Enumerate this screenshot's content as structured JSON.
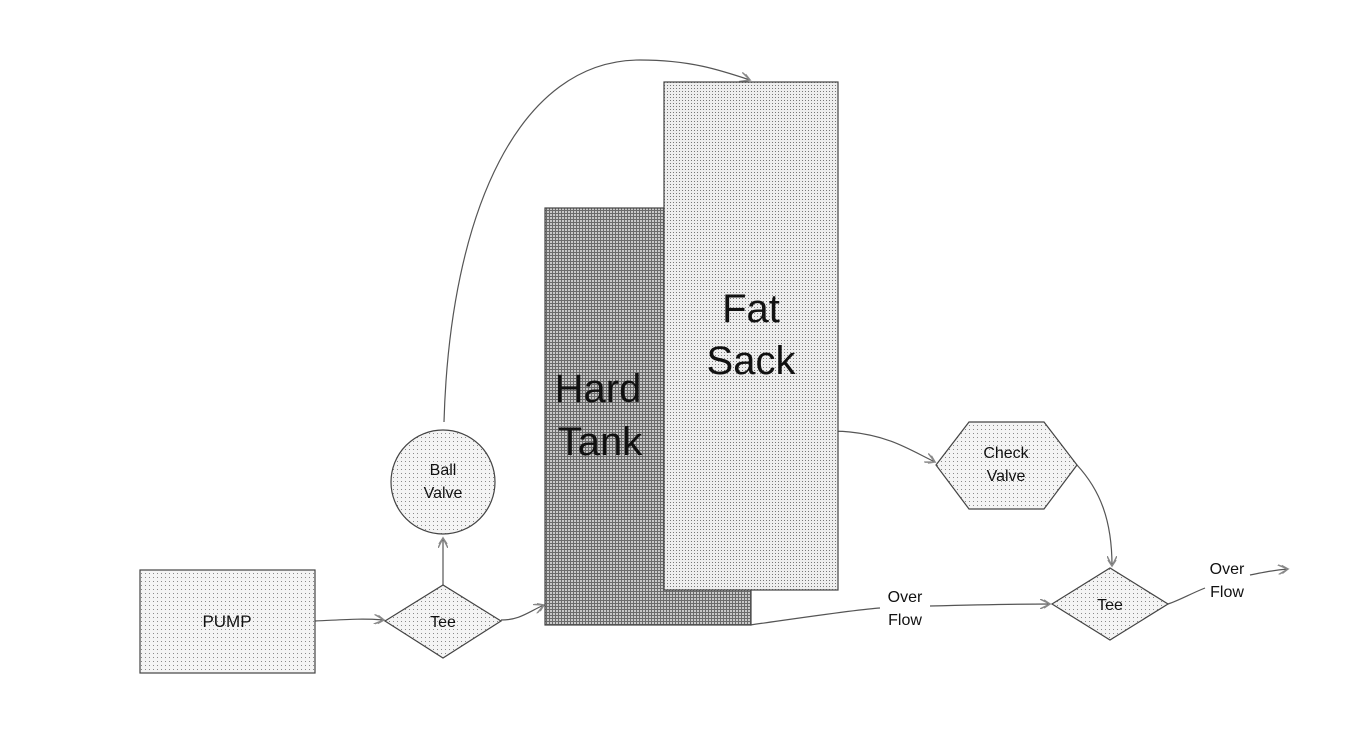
{
  "diagram": {
    "nodes": {
      "pump": {
        "label": "PUMP"
      },
      "tee_left": {
        "label": "Tee"
      },
      "ball_valve": {
        "line1": "Ball",
        "line2": "Valve"
      },
      "hard_tank": {
        "line1": "Hard",
        "line2": "Tank"
      },
      "fat_sack": {
        "line1": "Fat",
        "line2": "Sack"
      },
      "check_valve": {
        "line1": "Check",
        "line2": "Valve"
      },
      "tee_right": {
        "label": "Tee"
      }
    },
    "edge_labels": {
      "overflow_mid": {
        "line1": "Over",
        "line2": "Flow"
      },
      "overflow_out": {
        "line1": "Over",
        "line2": "Flow"
      }
    },
    "edges": [
      {
        "from": "PUMP",
        "to": "Tee"
      },
      {
        "from": "Tee",
        "to": "Ball Valve"
      },
      {
        "from": "Tee",
        "to": "Hard Tank"
      },
      {
        "from": "Ball Valve",
        "to": "Fat Sack"
      },
      {
        "from": "Fat Sack",
        "to": "Check Valve"
      },
      {
        "from": "Check Valve",
        "to": "Tee"
      },
      {
        "from": "Hard Tank",
        "to": "Tee",
        "label": "Over Flow"
      },
      {
        "from": "Tee",
        "to": "out",
        "label": "Over Flow"
      }
    ],
    "colors": {
      "light_fill": "#e4e4e4",
      "dark_fill": "#9a9a9a",
      "stroke": "#444444"
    }
  }
}
